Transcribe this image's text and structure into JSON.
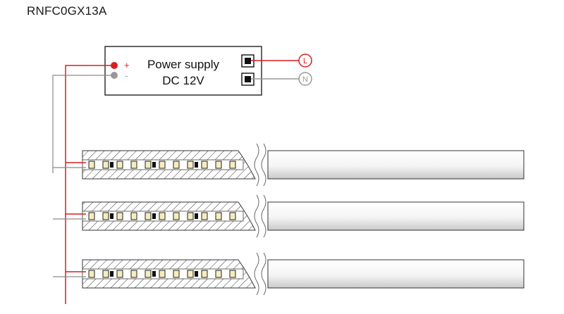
{
  "model_code": "RNFC0GX13A",
  "power_supply": {
    "line1": "Power supply",
    "line2": "DC 12V",
    "positive_symbol": "+",
    "negative_symbol": "-"
  },
  "terminals": {
    "live": "L",
    "neutral": "N"
  },
  "colors": {
    "positive_wire": "#d81e1e",
    "negative_wire": "#9a9a9a",
    "outline": "#222222"
  },
  "strip_count": 3
}
